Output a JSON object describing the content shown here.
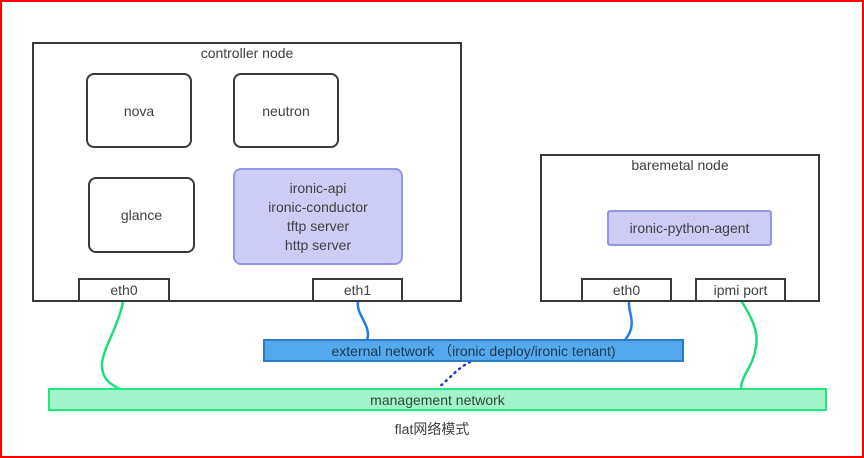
{
  "diagram": {
    "caption": "flat网络模式",
    "controller": {
      "title": "controller node",
      "nova_label": "nova",
      "neutron_label": "neutron",
      "glance_label": "glance",
      "ironic_services": [
        "ironic-api",
        "ironic-conductor",
        "tftp server",
        "http server"
      ],
      "port_eth0": "eth0",
      "port_eth1": "eth1"
    },
    "baremetal": {
      "title": "baremetal node",
      "agent_label": "ironic-python-agent",
      "port_eth0": "eth0",
      "port_ipmi": "ipmi port"
    },
    "networks": {
      "external_label": "external network （ironic deploy/ironic tenant)",
      "management_label": "management network"
    },
    "colors": {
      "frame": "#ff0000",
      "node_border": "#3a3a3a",
      "purple_fill": "#ccccf7",
      "purple_border": "#9596e8",
      "blue_fill": "#55a8eb",
      "blue_border": "#2f7bc8",
      "green_fill": "#a2f2cb",
      "green_border": "#1fe87d",
      "wire_green": "#1ede77",
      "wire_blue": "#1f7fe8",
      "dotted_blue": "#2233cc"
    }
  }
}
